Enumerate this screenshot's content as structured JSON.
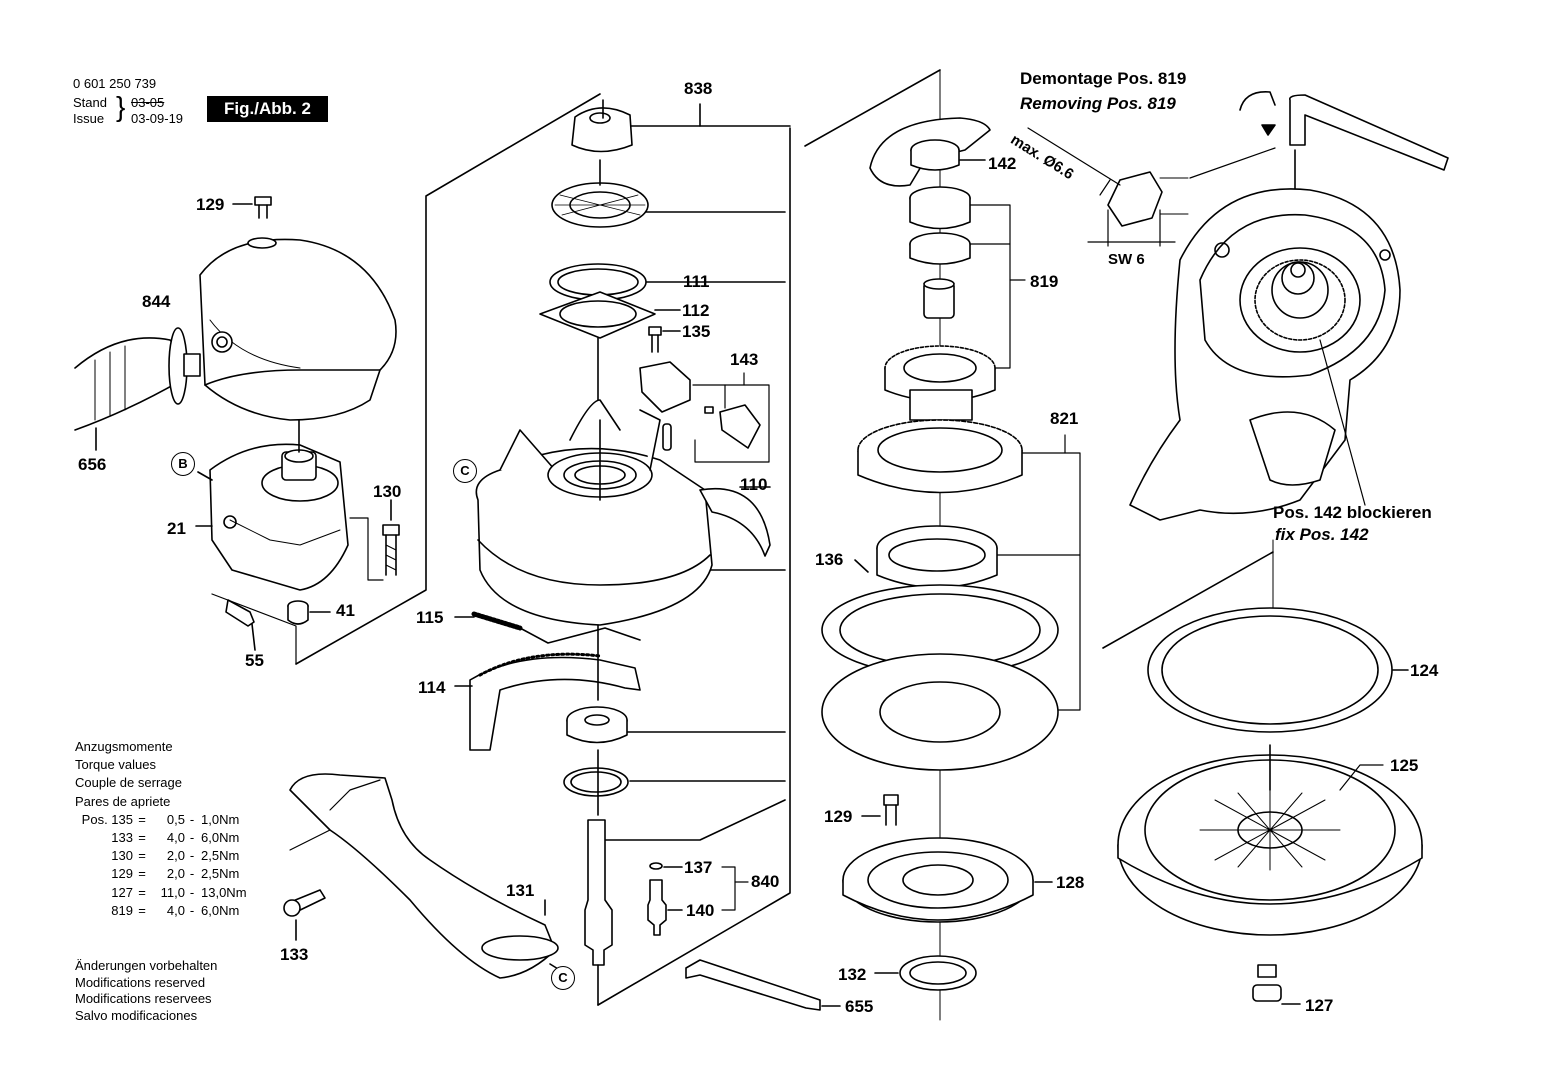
{
  "header": {
    "part_number": "0 601 250 739",
    "stand_label": "Stand",
    "stand_date": "03-05",
    "issue_label": "Issue",
    "issue_date": "03-09-19",
    "figure_badge": "Fig./Abb. 2"
  },
  "removal_note": {
    "title_de": "Demontage Pos. 819",
    "title_en": "Removing Pos. 819",
    "max_diameter": "max. Ø6.6",
    "wrench_size": "SW 6",
    "fix_de": "Pos. 142 blockieren",
    "fix_en": "fix Pos. 142"
  },
  "part_labels": [
    "838",
    "129",
    "844",
    "656",
    "B",
    "21",
    "130",
    "41",
    "55",
    "111",
    "112",
    "135",
    "143",
    "C",
    "110",
    "115",
    "114",
    "131",
    "C",
    "133",
    "137",
    "840",
    "140",
    "142",
    "819",
    "821",
    "136",
    "129",
    "128",
    "132",
    "655",
    "124",
    "125",
    "127"
  ],
  "torque": {
    "titles": [
      "Anzugsmomente",
      "Torque values",
      "Couple de serrage",
      "Pares de apriete"
    ],
    "rows": [
      {
        "pos": "Pos. 135",
        "eq": "=",
        "min": "0,5",
        "dash": "-",
        "max": "1,0Nm"
      },
      {
        "pos": "133",
        "eq": "=",
        "min": "4,0",
        "dash": "-",
        "max": "6,0Nm"
      },
      {
        "pos": "130",
        "eq": "=",
        "min": "2,0",
        "dash": "-",
        "max": "2,5Nm"
      },
      {
        "pos": "129",
        "eq": "=",
        "min": "2,0",
        "dash": "-",
        "max": "2,5Nm"
      },
      {
        "pos": "127",
        "eq": "=",
        "min": "11,0",
        "dash": "-",
        "max": "13,0Nm"
      },
      {
        "pos": "819",
        "eq": "=",
        "min": "4,0",
        "dash": "-",
        "max": "6,0Nm"
      }
    ]
  },
  "changes_note": [
    "Änderungen vorbehalten",
    "Modifications reserved",
    "Modifications reservees",
    "Salvo modificaciones"
  ]
}
